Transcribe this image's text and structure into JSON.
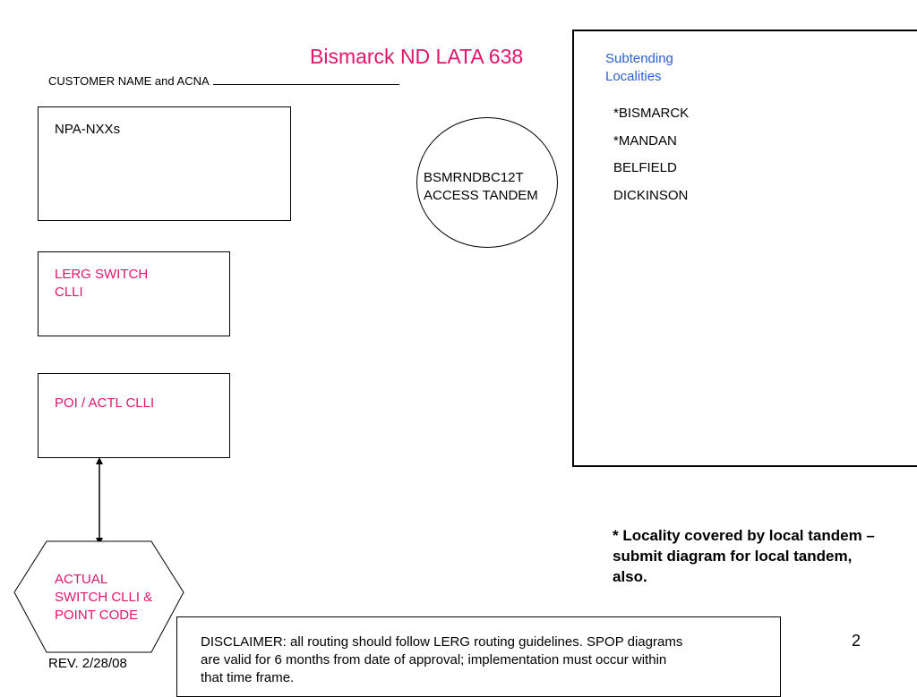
{
  "title": "Bismarck ND LATA 638",
  "customer_label": "CUSTOMER NAME and ACNA",
  "boxes": {
    "npa": "NPA-NXXs",
    "lerg_line1": "LERG SWITCH",
    "lerg_line2": "CLLI",
    "poi": "POI / ACTL CLLI"
  },
  "tandem": {
    "line1": "BSMRNDBC12T",
    "line2": "ACCESS TANDEM"
  },
  "localities": {
    "title_line1": "Subtending",
    "title_line2": "Localities",
    "items": [
      "*BISMARCK",
      "*MANDAN",
      "BELFIELD",
      "DICKINSON"
    ]
  },
  "note": {
    "line1": "* Locality covered by local tandem –",
    "line2": "submit diagram for local tandem,",
    "line3": "also."
  },
  "actual_switch": {
    "line1": "ACTUAL",
    "line2": "SWITCH CLLI &",
    "line3": "POINT CODE"
  },
  "revision": "REV. 2/28/08",
  "disclaimer": {
    "line1": "DISCLAIMER: all routing should follow LERG routing guidelines. SPOP diagrams",
    "line2": "are valid for 6 months from date of approval; implementation must occur within",
    "line3": "that time frame."
  },
  "page_number": "2",
  "colors": {
    "accent_pink": "#e0156b",
    "accent_blue": "#2b5fd8"
  }
}
